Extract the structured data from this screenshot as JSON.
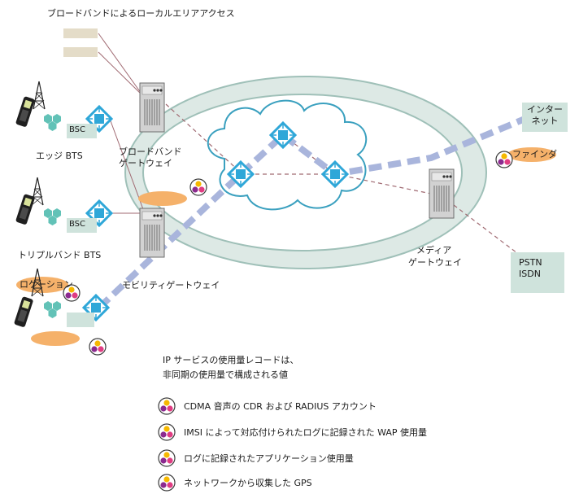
{
  "labels": {
    "top_title": "ブロードバンドによるローカルエリアアクセス",
    "edge_bts": "エッジ BTS",
    "triple_band_bts": "トリプルバンド BTS",
    "bsc_1": "BSC",
    "bsc_2": "BSC",
    "broadband_gateway_line1": "ブロードバンド",
    "broadband_gateway_line2": "ゲートウェイ",
    "mobility_gateway": "モビリティゲートウェイ",
    "media_gateway_line1": "メディア",
    "media_gateway_line2": "ゲートウェイ",
    "internet_line1": "インター",
    "internet_line2": "ネット",
    "finder": "ファインダ",
    "location": "ロケーション",
    "pstn": "PSTN",
    "isdn": "ISDN"
  },
  "description": {
    "line1": "IP サービスの使用量レコードは、",
    "line2": "非同期の使用量で構成される値"
  },
  "legend": [
    {
      "label": "CDMA 音声の CDR および RADIUS アカウント"
    },
    {
      "label": "IMSI によって対応付けられたログに記録された WAP 使用量"
    },
    {
      "label": "ログに記録されたアプリケーション使用量"
    },
    {
      "label": "ネットワークから収集した GPS"
    }
  ],
  "colors": {
    "ring_fill": "#dde9e5",
    "ring_stroke": "#9fc0b8",
    "cloud_stroke": "#3aa0bf",
    "backbone_dash": "#a9b5dc",
    "router_blue": "#2fa7d8",
    "hexagon_teal": "#62c2b7",
    "orange_oval": "#f5b16a",
    "server_gray": "#c8c8c8",
    "tan_box": "#e4dcc8",
    "pstn_box": "#cfe3dc",
    "dashed_link": "#a06a72",
    "dot_yellow": "#f6b800",
    "dot_purple": "#8b2a8f",
    "dot_pink": "#e03c82"
  }
}
